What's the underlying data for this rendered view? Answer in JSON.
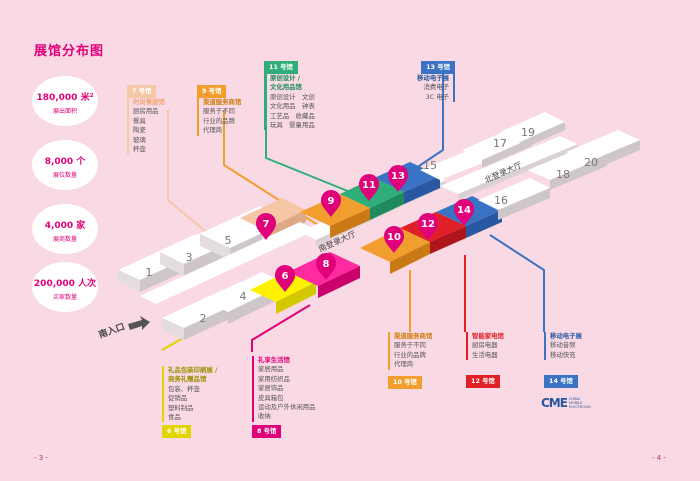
{
  "page_title": "展馆分布图",
  "stats": [
    {
      "value": "180,000 米²",
      "label": "展出面积"
    },
    {
      "value": "8,000 个",
      "label": "展位数量"
    },
    {
      "value": "4,000 家",
      "label": "展商数量"
    },
    {
      "value": "200,000 人次",
      "label": "买家数量"
    }
  ],
  "entrance": "南入口",
  "halls": [
    "1",
    "2",
    "3",
    "4",
    "5",
    "6",
    "7",
    "8",
    "9",
    "10",
    "11",
    "12",
    "13",
    "14",
    "15",
    "16",
    "17",
    "18",
    "19",
    "20"
  ],
  "corridors": {
    "south": "南登录大厅",
    "north": "北登录大厅"
  },
  "boxes": {
    "h7": {
      "heading": "时尚餐厨馆",
      "lines": [
        "厨房用品",
        "餐具",
        "陶瓷",
        "玻璃",
        "杯壶"
      ],
      "tag": "7 号馆",
      "color": "#f6c7a7"
    },
    "h9": {
      "heading": "渠道服务商馆",
      "lines": [
        "服务于不同",
        "行业的品牌",
        "代理商"
      ],
      "tag": "9 号馆",
      "color": "#f29e2e"
    },
    "h11": {
      "heading": "原创设计 /",
      "heading2": "文化用品馆",
      "lines": [
        "原创设计　文创",
        "文化用品　钟表",
        "工艺品　收藏品",
        "玩具　婴童用品"
      ],
      "tag": "11 号馆",
      "color": "#2fae79"
    },
    "h13": {
      "heading": "移动电子展",
      "lines": [
        "消费电子",
        "3C 电子"
      ],
      "tag": "13 号馆",
      "color": "#3a72c4"
    },
    "h6": {
      "heading": "礼品包装印刷展 /",
      "heading2": "商务礼赠品馆",
      "lines": [
        "包装、杯壶",
        "促销品",
        "塑料制品",
        "食品"
      ],
      "tag": "6 号馆",
      "color": "#e3d400"
    },
    "h8": {
      "heading": "礼享生活馆",
      "lines": [
        "家居用品",
        "家用纺织品",
        "家居饰品",
        "皮具箱包",
        "运动及户外休闲用品",
        "收纳"
      ],
      "tag": "8 号馆",
      "color": "#e0007a"
    },
    "h10": {
      "heading": "渠道服务商馆",
      "lines": [
        "服务于不同",
        "行业的品牌",
        "代理商"
      ],
      "tag": "10 号馆",
      "color": "#f29e2e"
    },
    "h12": {
      "heading": "智能家电馆",
      "lines": [
        "厨房电器",
        "生活电器"
      ],
      "tag": "12 号馆",
      "color": "#e11f26"
    },
    "h14": {
      "heading": "移动电子展",
      "lines": [
        "移动音频",
        "移动快充"
      ],
      "tag": "14 号馆",
      "color": "#3a72c4"
    }
  },
  "logo": {
    "mark": "CME",
    "lines": [
      "CHINA",
      "MOBILE",
      "ELECTRONIC"
    ]
  },
  "page_numbers": {
    "left": "- 3 -",
    "right": "- 4 -"
  },
  "colors": {
    "accent": "#e0007a",
    "background": "#f9d9e3"
  }
}
